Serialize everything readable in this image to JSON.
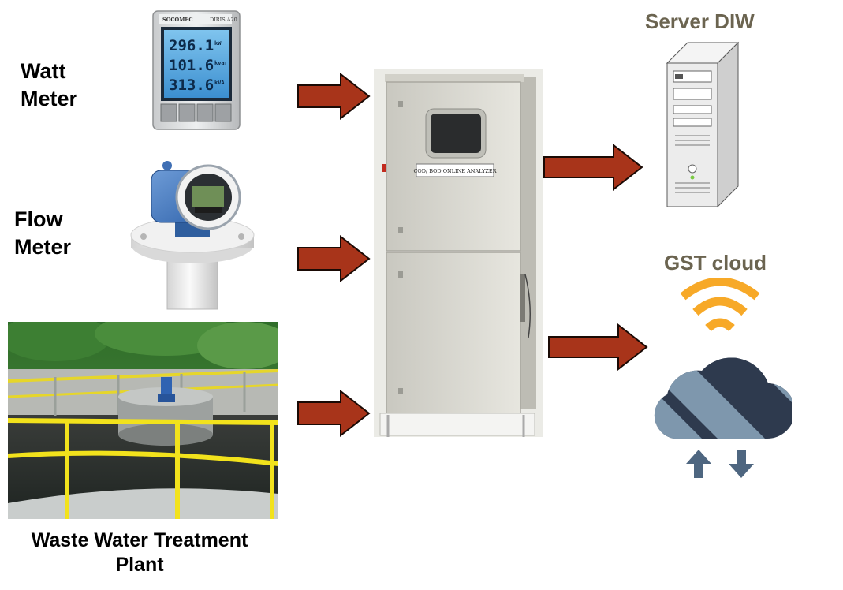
{
  "inputs": {
    "watt_meter": {
      "line1": "Watt",
      "line2": "Meter",
      "brand": "SOCOMEC",
      "model": "DIRIS A20",
      "display": [
        "296.1",
        "101.6",
        "313.6"
      ],
      "units": [
        "kW",
        "kvar",
        "kVA"
      ]
    },
    "flow_meter": {
      "line1": "Flow",
      "line2": "Meter"
    },
    "plant": {
      "line1": "Waste Water Treatment",
      "line2": "Plant"
    }
  },
  "analyzer": {
    "panel_label": "COD/ BOD ONLINE ANALYZER"
  },
  "outputs": {
    "server": {
      "label": "Server DIW"
    },
    "cloud": {
      "label": "GST cloud"
    }
  },
  "colors": {
    "arrow_fill": "#a8341a",
    "arrow_stroke": "#1a0a05",
    "output_label": "#6b6450",
    "wifi": "#f7a928",
    "cloud_dark": "#2e3a4e",
    "cloud_light": "#7e97ad",
    "cabinet": "#dcdbd3"
  },
  "icons": {
    "wifi": "wifi-icon",
    "upload": "upload-arrow-icon",
    "download": "download-arrow-icon"
  }
}
